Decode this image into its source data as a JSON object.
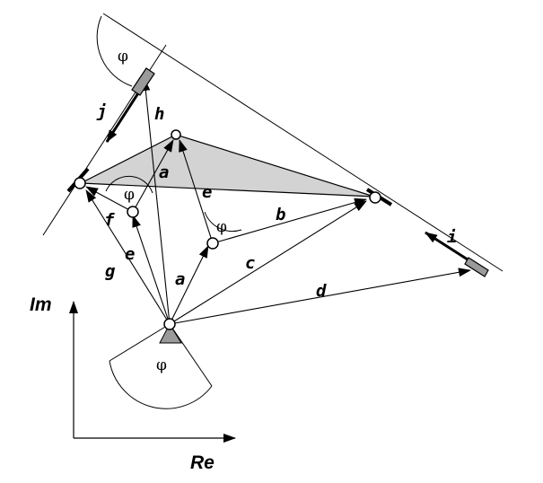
{
  "labels": {
    "a_top": "a",
    "a_bottom": "a",
    "b": "b",
    "c": "c",
    "d": "d",
    "e_left": "e",
    "e_right": "e",
    "f": "f",
    "g": "g",
    "h": "h",
    "i": "i",
    "j": "j",
    "phi_top": "φ",
    "phi_left": "φ",
    "phi_mid": "φ",
    "phi_bottom": "φ",
    "axis_im": "Im",
    "axis_re": "Re"
  }
}
